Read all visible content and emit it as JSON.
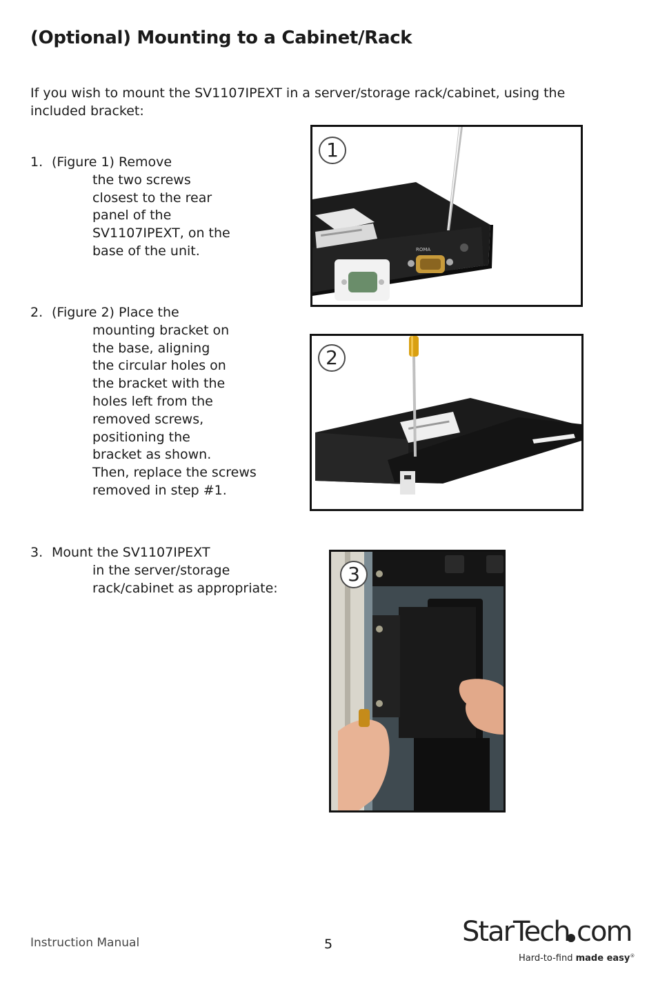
{
  "title": "(Optional)  Mounting to a Cabinet/Rack",
  "intro": "If you wish to mount the SV1107IPEXT in a server/storage rack/cabinet, using the included bracket:",
  "steps": [
    {
      "number": "1.",
      "first_line": "(Figure 1) Remove",
      "lines": [
        "the two screws",
        "closest to the rear",
        "panel of the",
        "SV1107IPEXT, on the",
        "base of the unit."
      ]
    },
    {
      "number": "2.",
      "first_line": "(Figure 2) Place the",
      "lines": [
        "mounting bracket on",
        "the base, aligning",
        "the circular holes on",
        "the bracket with the",
        "holes left from the",
        "removed screws,",
        "positioning the",
        "bracket as shown.",
        "Then, replace the screws",
        "removed in step #1."
      ]
    },
    {
      "number": "3.",
      "first_line": "Mount the SV1107IPEXT",
      "lines": [
        "in the server/storage",
        "rack/cabinet as appropriate:"
      ]
    }
  ],
  "figures": [
    {
      "badge": "1"
    },
    {
      "badge": "2"
    },
    {
      "badge": "3"
    }
  ],
  "footer": {
    "left": "Instruction Manual",
    "page": "5"
  },
  "logo": {
    "brand_start": "StarTech",
    "brand_end": "com",
    "tagline_start": "Hard-to-find ",
    "tagline_bold": "made easy",
    "tagline_mark": "®"
  }
}
